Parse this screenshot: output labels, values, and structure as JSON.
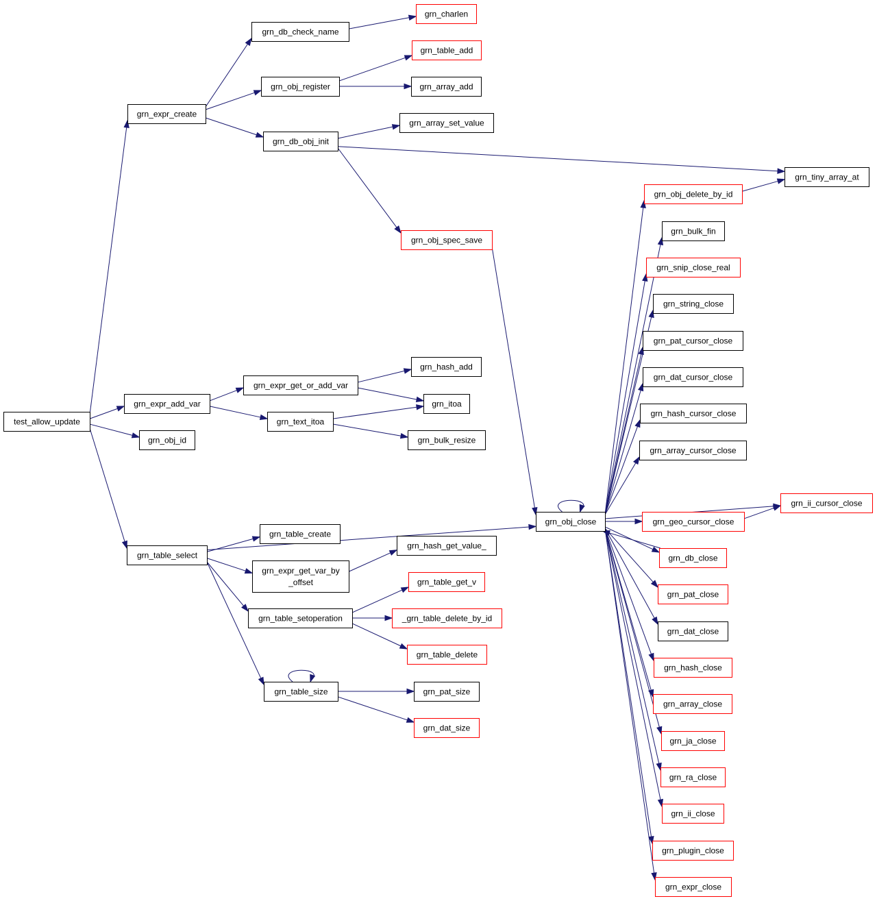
{
  "colors": {
    "edge": "#191970",
    "node_border_default": "#000000",
    "node_border_external": "#ff0000",
    "root_fill": "#bfbfbf",
    "node_fill": "#ffffff"
  },
  "nodes": [
    {
      "id": "test_allow_update",
      "label": "test_allow_update",
      "kind": "root"
    },
    {
      "id": "grn_expr_create",
      "label": "grn_expr_create",
      "kind": "default"
    },
    {
      "id": "grn_expr_add_var",
      "label": "grn_expr_add_var",
      "kind": "default"
    },
    {
      "id": "grn_obj_id",
      "label": "grn_obj_id",
      "kind": "default"
    },
    {
      "id": "grn_table_select",
      "label": "grn_table_select",
      "kind": "default"
    },
    {
      "id": "grn_db_check_name",
      "label": "grn_db_check_name",
      "kind": "default"
    },
    {
      "id": "grn_obj_register",
      "label": "grn_obj_register",
      "kind": "default"
    },
    {
      "id": "grn_db_obj_init",
      "label": "grn_db_obj_init",
      "kind": "default"
    },
    {
      "id": "grn_charlen",
      "label": "grn_charlen",
      "kind": "external"
    },
    {
      "id": "grn_table_add",
      "label": "grn_table_add",
      "kind": "external"
    },
    {
      "id": "grn_array_add",
      "label": "grn_array_add",
      "kind": "default"
    },
    {
      "id": "grn_array_set_value",
      "label": "grn_array_set_value",
      "kind": "default"
    },
    {
      "id": "grn_tiny_array_at",
      "label": "grn_tiny_array_at",
      "kind": "default"
    },
    {
      "id": "grn_obj_spec_save",
      "label": "grn_obj_spec_save",
      "kind": "external"
    },
    {
      "id": "grn_expr_get_or_add_var",
      "label": "grn_expr_get_or_add_var",
      "kind": "default"
    },
    {
      "id": "grn_text_itoa",
      "label": "grn_text_itoa",
      "kind": "default"
    },
    {
      "id": "grn_hash_add",
      "label": "grn_hash_add",
      "kind": "default"
    },
    {
      "id": "grn_itoa",
      "label": "grn_itoa",
      "kind": "default"
    },
    {
      "id": "grn_bulk_resize",
      "label": "grn_bulk_resize",
      "kind": "default"
    },
    {
      "id": "grn_table_create",
      "label": "grn_table_create",
      "kind": "default"
    },
    {
      "id": "grn_expr_get_var_by_offset",
      "label": "grn_expr_get_var_by\n_offset",
      "kind": "default"
    },
    {
      "id": "grn_hash_get_value_",
      "label": "grn_hash_get_value_",
      "kind": "default"
    },
    {
      "id": "grn_table_setoperation",
      "label": "grn_table_setoperation",
      "kind": "default"
    },
    {
      "id": "grn_table_get_v",
      "label": "grn_table_get_v",
      "kind": "external"
    },
    {
      "id": "_grn_table_delete_by_id",
      "label": "_grn_table_delete_by_id",
      "kind": "external"
    },
    {
      "id": "grn_table_delete",
      "label": "grn_table_delete",
      "kind": "external"
    },
    {
      "id": "grn_table_size",
      "label": "grn_table_size",
      "kind": "default"
    },
    {
      "id": "grn_pat_size",
      "label": "grn_pat_size",
      "kind": "default"
    },
    {
      "id": "grn_dat_size",
      "label": "grn_dat_size",
      "kind": "external"
    },
    {
      "id": "grn_obj_close",
      "label": "grn_obj_close",
      "kind": "default"
    },
    {
      "id": "grn_obj_delete_by_id",
      "label": "grn_obj_delete_by_id",
      "kind": "external"
    },
    {
      "id": "grn_bulk_fin",
      "label": "grn_bulk_fin",
      "kind": "default"
    },
    {
      "id": "grn_snip_close_real",
      "label": "grn_snip_close_real",
      "kind": "external"
    },
    {
      "id": "grn_string_close",
      "label": "grn_string_close",
      "kind": "default"
    },
    {
      "id": "grn_pat_cursor_close",
      "label": "grn_pat_cursor_close",
      "kind": "default"
    },
    {
      "id": "grn_dat_cursor_close",
      "label": "grn_dat_cursor_close",
      "kind": "default"
    },
    {
      "id": "grn_hash_cursor_close",
      "label": "grn_hash_cursor_close",
      "kind": "default"
    },
    {
      "id": "grn_array_cursor_close",
      "label": "grn_array_cursor_close",
      "kind": "default"
    },
    {
      "id": "grn_ii_cursor_close",
      "label": "grn_ii_cursor_close",
      "kind": "external"
    },
    {
      "id": "grn_geo_cursor_close",
      "label": "grn_geo_cursor_close",
      "kind": "external"
    },
    {
      "id": "grn_db_close",
      "label": "grn_db_close",
      "kind": "external"
    },
    {
      "id": "grn_pat_close",
      "label": "grn_pat_close",
      "kind": "external"
    },
    {
      "id": "grn_dat_close",
      "label": "grn_dat_close",
      "kind": "default"
    },
    {
      "id": "grn_hash_close",
      "label": "grn_hash_close",
      "kind": "external"
    },
    {
      "id": "grn_array_close",
      "label": "grn_array_close",
      "kind": "external"
    },
    {
      "id": "grn_ja_close",
      "label": "grn_ja_close",
      "kind": "external"
    },
    {
      "id": "grn_ra_close",
      "label": "grn_ra_close",
      "kind": "external"
    },
    {
      "id": "grn_ii_close",
      "label": "grn_ii_close",
      "kind": "external"
    },
    {
      "id": "grn_plugin_close",
      "label": "grn_plugin_close",
      "kind": "external"
    },
    {
      "id": "grn_expr_close",
      "label": "grn_expr_close",
      "kind": "external"
    }
  ],
  "edges": [
    {
      "from": "test_allow_update",
      "to": "grn_expr_create"
    },
    {
      "from": "test_allow_update",
      "to": "grn_expr_add_var"
    },
    {
      "from": "test_allow_update",
      "to": "grn_obj_id"
    },
    {
      "from": "test_allow_update",
      "to": "grn_table_select"
    },
    {
      "from": "grn_expr_create",
      "to": "grn_db_check_name"
    },
    {
      "from": "grn_expr_create",
      "to": "grn_obj_register"
    },
    {
      "from": "grn_expr_create",
      "to": "grn_db_obj_init"
    },
    {
      "from": "grn_db_check_name",
      "to": "grn_charlen"
    },
    {
      "from": "grn_obj_register",
      "to": "grn_table_add"
    },
    {
      "from": "grn_obj_register",
      "to": "grn_array_add"
    },
    {
      "from": "grn_db_obj_init",
      "to": "grn_array_set_value"
    },
    {
      "from": "grn_db_obj_init",
      "to": "grn_tiny_array_at"
    },
    {
      "from": "grn_db_obj_init",
      "to": "grn_obj_spec_save"
    },
    {
      "from": "grn_obj_spec_save",
      "to": "grn_obj_close"
    },
    {
      "from": "grn_expr_add_var",
      "to": "grn_expr_get_or_add_var"
    },
    {
      "from": "grn_expr_add_var",
      "to": "grn_text_itoa"
    },
    {
      "from": "grn_expr_get_or_add_var",
      "to": "grn_hash_add"
    },
    {
      "from": "grn_expr_get_or_add_var",
      "to": "grn_itoa"
    },
    {
      "from": "grn_text_itoa",
      "to": "grn_itoa"
    },
    {
      "from": "grn_text_itoa",
      "to": "grn_bulk_resize"
    },
    {
      "from": "grn_table_select",
      "to": "grn_obj_close"
    },
    {
      "from": "grn_table_select",
      "to": "grn_table_create"
    },
    {
      "from": "grn_table_select",
      "to": "grn_expr_get_var_by_offset"
    },
    {
      "from": "grn_table_select",
      "to": "grn_table_setoperation"
    },
    {
      "from": "grn_table_select",
      "to": "grn_table_size"
    },
    {
      "from": "grn_expr_get_var_by_offset",
      "to": "grn_hash_get_value_"
    },
    {
      "from": "grn_table_setoperation",
      "to": "grn_table_get_v"
    },
    {
      "from": "grn_table_setoperation",
      "to": "_grn_table_delete_by_id"
    },
    {
      "from": "grn_table_setoperation",
      "to": "grn_table_delete"
    },
    {
      "from": "grn_table_size",
      "to": "grn_table_size"
    },
    {
      "from": "grn_table_size",
      "to": "grn_pat_size"
    },
    {
      "from": "grn_table_size",
      "to": "grn_dat_size"
    },
    {
      "from": "grn_obj_close",
      "to": "grn_obj_close"
    },
    {
      "from": "grn_obj_close",
      "to": "grn_obj_delete_by_id"
    },
    {
      "from": "grn_obj_close",
      "to": "grn_bulk_fin"
    },
    {
      "from": "grn_obj_close",
      "to": "grn_snip_close_real"
    },
    {
      "from": "grn_obj_close",
      "to": "grn_string_close"
    },
    {
      "from": "grn_obj_close",
      "to": "grn_pat_cursor_close"
    },
    {
      "from": "grn_obj_close",
      "to": "grn_dat_cursor_close"
    },
    {
      "from": "grn_obj_close",
      "to": "grn_hash_cursor_close"
    },
    {
      "from": "grn_obj_close",
      "to": "grn_array_cursor_close"
    },
    {
      "from": "grn_obj_close",
      "to": "grn_ii_cursor_close"
    },
    {
      "from": "grn_obj_close",
      "to": "grn_geo_cursor_close"
    },
    {
      "from": "grn_obj_close",
      "to": "grn_db_close"
    },
    {
      "from": "grn_obj_close",
      "to": "grn_pat_close"
    },
    {
      "from": "grn_obj_close",
      "to": "grn_dat_close"
    },
    {
      "from": "grn_obj_close",
      "to": "grn_hash_close"
    },
    {
      "from": "grn_obj_close",
      "to": "grn_array_close"
    },
    {
      "from": "grn_obj_close",
      "to": "grn_ja_close"
    },
    {
      "from": "grn_obj_close",
      "to": "grn_ra_close"
    },
    {
      "from": "grn_obj_close",
      "to": "grn_ii_close"
    },
    {
      "from": "grn_obj_close",
      "to": "grn_plugin_close"
    },
    {
      "from": "grn_obj_close",
      "to": "grn_expr_close"
    },
    {
      "from": "grn_obj_delete_by_id",
      "to": "grn_tiny_array_at"
    },
    {
      "from": "grn_geo_cursor_close",
      "to": "grn_ii_cursor_close"
    },
    {
      "from": "grn_db_close",
      "to": "grn_obj_close"
    }
  ]
}
